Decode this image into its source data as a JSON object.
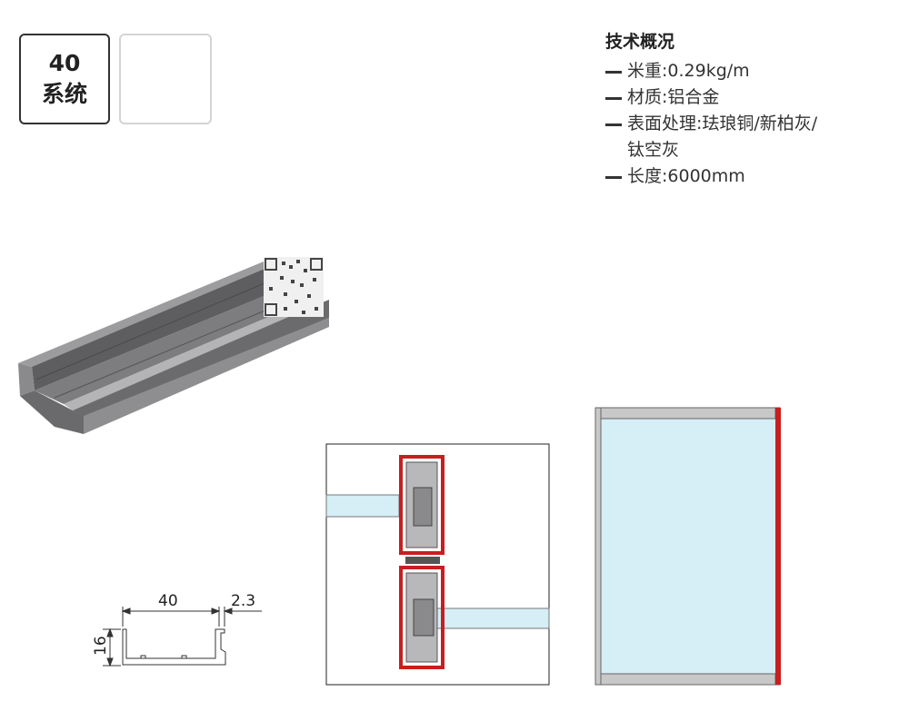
{
  "badge": {
    "line1": "40",
    "line2": "系统"
  },
  "specs": {
    "title": "技术概况",
    "items": [
      {
        "text": "米重:0.29kg/m"
      },
      {
        "text": "材质:铝合金"
      },
      {
        "text": "表面处理:珐琅铜/新柏灰/\n钛空灰"
      },
      {
        "text": "长度:6000mm"
      }
    ]
  },
  "dimensions": {
    "width": "40",
    "wall": "2.3",
    "height": "16"
  },
  "colors": {
    "frame_red": "#c81e1e",
    "glass": "#d6eef6",
    "aluminum": "#6e6e70",
    "panel_gray": "#c8c8c8"
  }
}
